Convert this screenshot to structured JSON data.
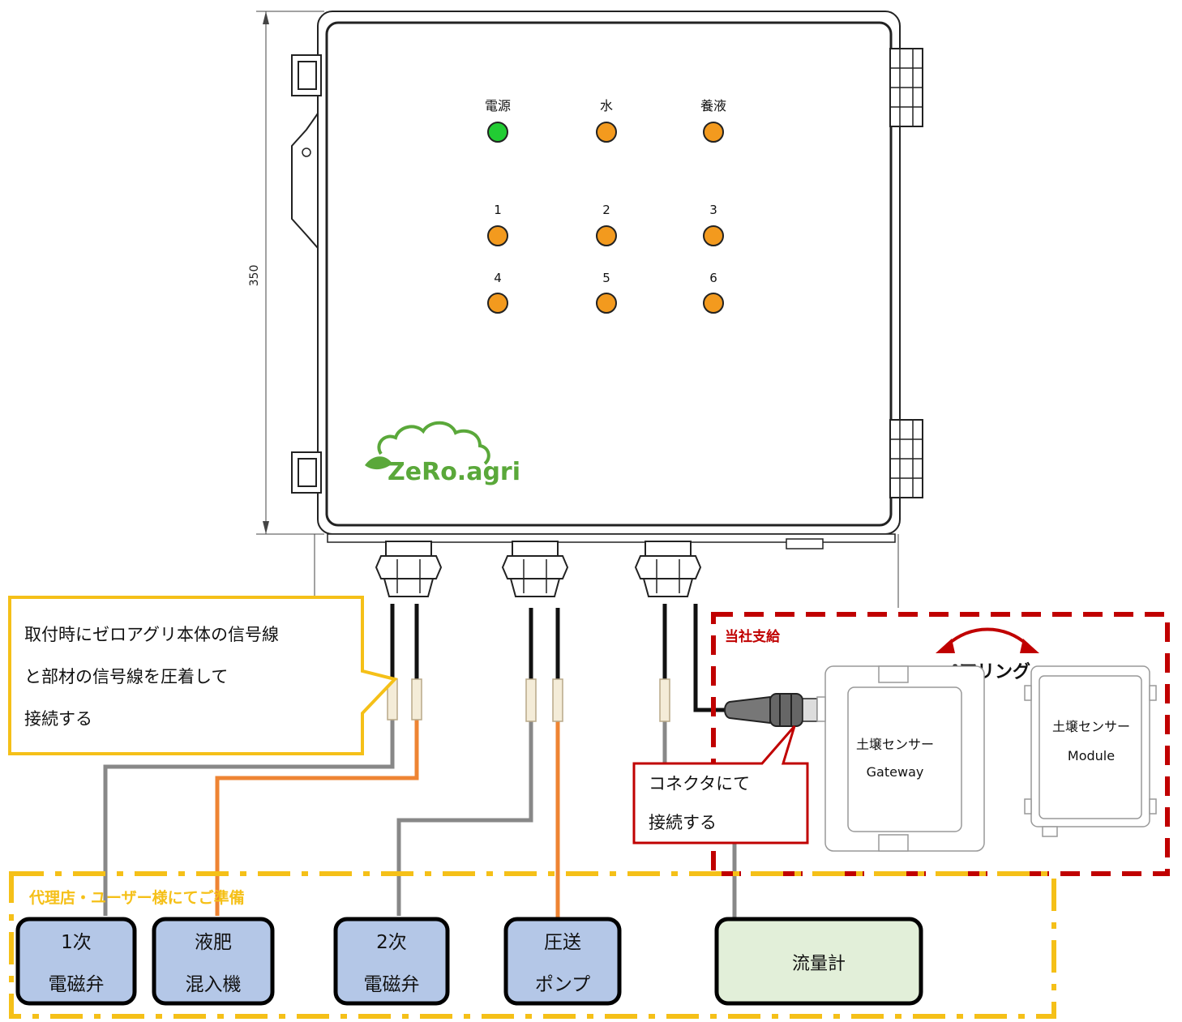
{
  "dimension": {
    "height_label": "350"
  },
  "indicators": {
    "top": [
      {
        "label": "電源",
        "color": "#22cc33"
      },
      {
        "label": "水",
        "color": "#f39a1e"
      },
      {
        "label": "養液",
        "color": "#f39a1e"
      }
    ],
    "row1": [
      {
        "label": "1",
        "color": "#f39a1e"
      },
      {
        "label": "2",
        "color": "#f39a1e"
      },
      {
        "label": "3",
        "color": "#f39a1e"
      }
    ],
    "row2": [
      {
        "label": "4",
        "color": "#f39a1e"
      },
      {
        "label": "5",
        "color": "#f39a1e"
      },
      {
        "label": "6",
        "color": "#f39a1e"
      }
    ]
  },
  "logo": {
    "text": "ZeRo.agri",
    "color": "#5aa83a"
  },
  "callouts": {
    "crimp": [
      "取付時にゼロアグリ本体の信号線",
      "と部材の信号線を圧着して",
      "接続する"
    ],
    "connector": [
      "コネクタにて",
      "接続する"
    ]
  },
  "supplied": {
    "label": "当社支給",
    "pairing": "ペアリング",
    "gateway": [
      "土壌センサー",
      "Gateway"
    ],
    "module": [
      "土壌センサー",
      "Module"
    ]
  },
  "user_prepared": {
    "label": "代理店・ユーザー様にてご準備",
    "devices": [
      [
        "1次",
        "電磁弁"
      ],
      [
        "液肥",
        "混入機"
      ],
      [
        "2次",
        "電磁弁"
      ],
      [
        "圧送",
        "ポンプ"
      ]
    ],
    "flowmeter": "流量計"
  },
  "colors": {
    "wire_black": "#111111",
    "wire_gray": "#888888",
    "wire_orange": "#ee8433",
    "device_fill": "#b4c7e7",
    "flowmeter_fill": "#e2efd9",
    "callout_border_yellow": "#f5c018",
    "callout_border_red": "#c00000",
    "dash_red": "#c00000",
    "dash_yellow": "#f5c018"
  }
}
